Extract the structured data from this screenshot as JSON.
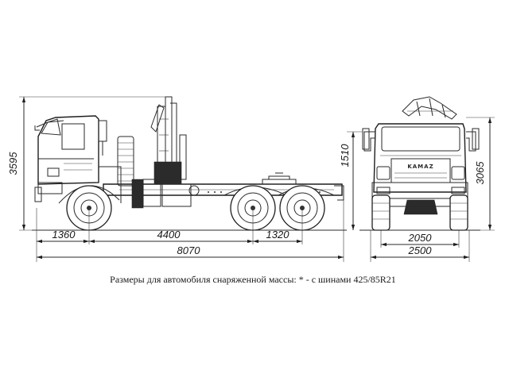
{
  "dimensions": {
    "overall_height": "3595",
    "crane_height": "1510",
    "front_height": "3065",
    "front_overhang": "1360",
    "wheelbase": "4400",
    "bogie_base": "1320",
    "overall_length": "8070",
    "track": "2050",
    "overall_width": "2500"
  },
  "brand": {
    "grille_text": "KAMAZ"
  },
  "caption": "Размеры для автомобиля снаряженной массы: * - с шинами 425/85R21"
}
